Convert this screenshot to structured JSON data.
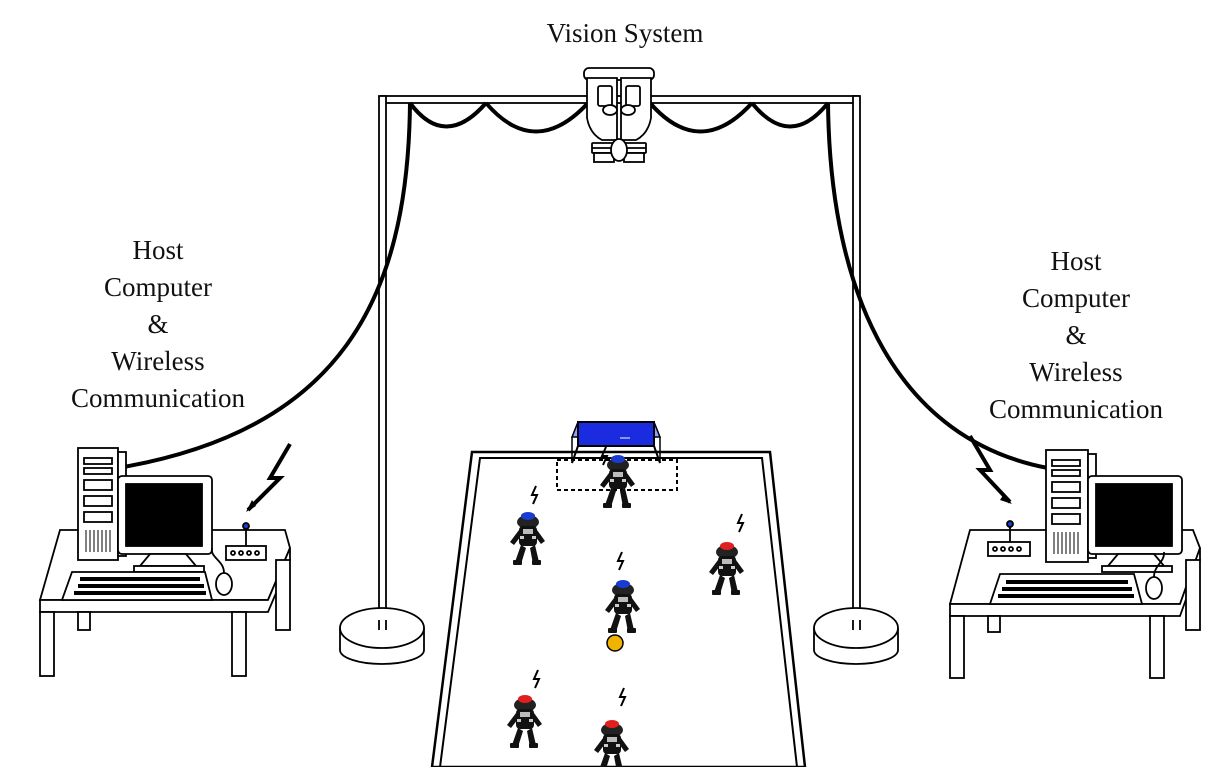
{
  "labels": {
    "vision": "Vision System",
    "left_host": {
      "line1": "Host",
      "line2": "Computer",
      "line3": "&",
      "line4": "Wireless",
      "line5": "Communication"
    },
    "right_host": {
      "line1": "Host",
      "line2": "Computer",
      "line3": "&",
      "line4": "Wireless",
      "line5": "Communication"
    }
  },
  "colors": {
    "line": "#000000",
    "screen": "#000000",
    "goal": "#1a2be0",
    "team_blue": "#1a3bd0",
    "team_red": "#e02020",
    "ball": "#f0b400"
  },
  "icons": [
    "camera-icon",
    "computer-icon",
    "router-icon",
    "lightning-icon",
    "robot-icon",
    "ball-icon",
    "goal-icon"
  ]
}
